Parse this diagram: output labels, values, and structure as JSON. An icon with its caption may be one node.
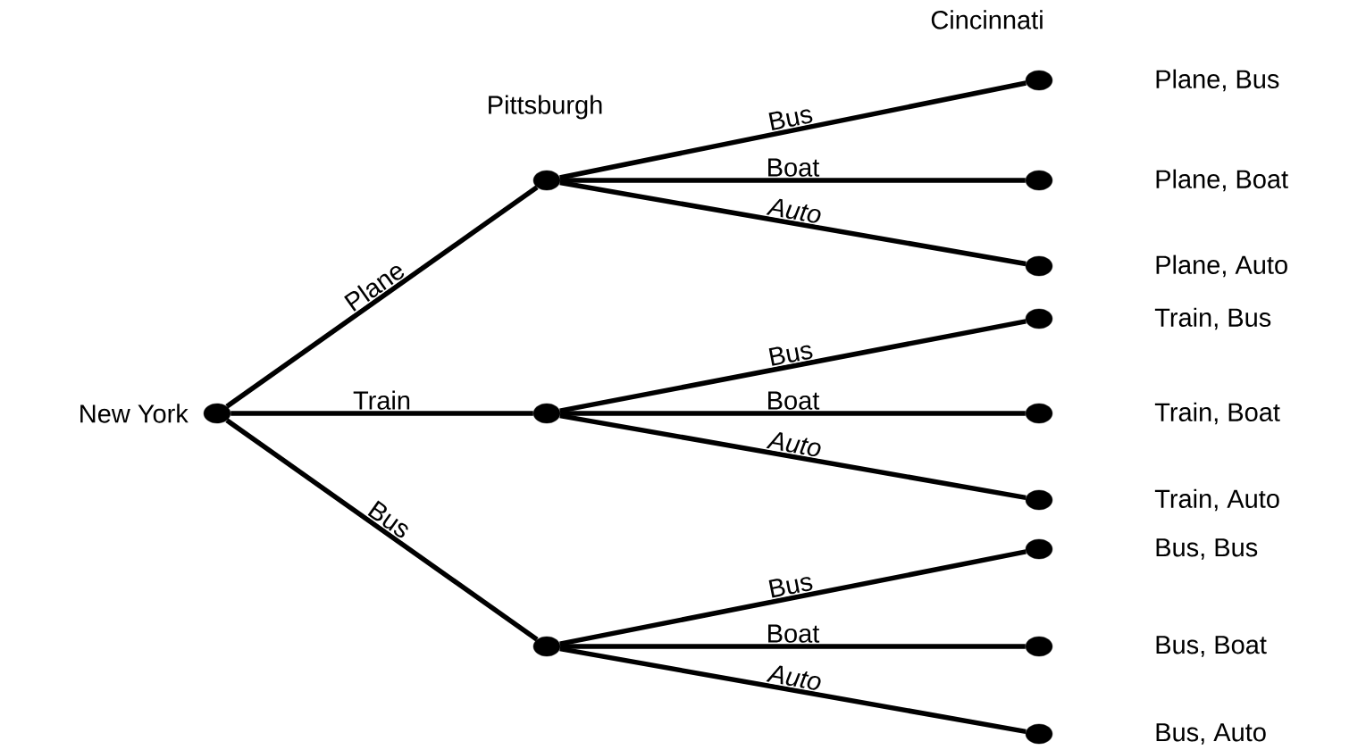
{
  "diagram": {
    "nodes": [
      {
        "text": [],
        "shape": "circle",
        "beside": [
          "New York"
        ]
      },
      {
        "text": [],
        "shape": "circle"
      },
      {
        "text": [],
        "shape": "circle"
      },
      {
        "text": [],
        "shape": "circle"
      },
      {
        "text": [],
        "shape": "circle",
        "beside": [
          "Plane, Bus"
        ]
      },
      {
        "text": [],
        "shape": "circle",
        "beside": [
          "Plane, Boat"
        ]
      },
      {
        "text": [],
        "shape": "circle",
        "beside": [
          "Plane, Auto"
        ]
      },
      {
        "text": [],
        "shape": "circle",
        "beside": [
          "Train, Bus"
        ]
      },
      {
        "text": [],
        "shape": "circle",
        "beside": [
          "Train, Boat"
        ]
      },
      {
        "text": [],
        "shape": "circle",
        "beside": [
          "Train, Auto"
        ]
      },
      {
        "text": [],
        "shape": "circle",
        "beside": [
          "Bus, Bus"
        ]
      },
      {
        "text": [],
        "shape": "circle",
        "beside": [
          "Bus, Boat"
        ]
      },
      {
        "text": [],
        "shape": "circle",
        "beside": [
          "Bus, Auto"
        ]
      }
    ],
    "edges": [
      {
        "from": 0,
        "to": 1,
        "arrow": "none",
        "label": "Plane"
      },
      {
        "from": 0,
        "to": 2,
        "arrow": "none",
        "label": "Train"
      },
      {
        "from": 0,
        "to": 3,
        "arrow": "none",
        "label": "Bus"
      },
      {
        "from": 1,
        "to": 4,
        "arrow": "none",
        "label": "Bus"
      },
      {
        "from": 1,
        "to": 5,
        "arrow": "none",
        "label": "Boat"
      },
      {
        "from": 1,
        "to": 6,
        "arrow": "none",
        "label": "Auto"
      },
      {
        "from": 2,
        "to": 7,
        "arrow": "none",
        "label": "Bus"
      },
      {
        "from": 2,
        "to": 8,
        "arrow": "none",
        "label": "Boat"
      },
      {
        "from": 2,
        "to": 9,
        "arrow": "none",
        "label": "Auto"
      },
      {
        "from": 3,
        "to": 10,
        "arrow": "none",
        "label": "Bus"
      },
      {
        "from": 3,
        "to": 11,
        "arrow": "none",
        "label": "Boat"
      },
      {
        "from": 3,
        "to": 12,
        "arrow": "none",
        "label": "Auto"
      }
    ],
    "labels": [
      "Cincinnati",
      "Pittsburgh"
    ]
  }
}
